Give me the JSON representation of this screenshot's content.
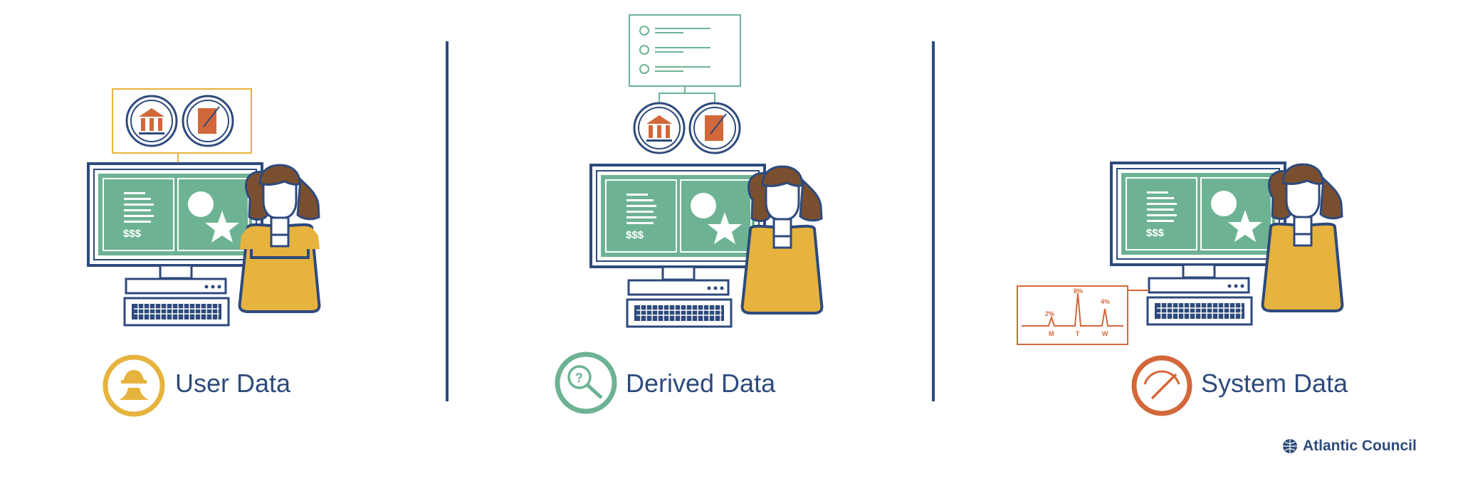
{
  "panels": [
    {
      "id": "user",
      "label": "User Data",
      "monitor_text": "$$$"
    },
    {
      "id": "derived",
      "label": "Derived Data",
      "monitor_text": "$$$"
    },
    {
      "id": "system",
      "label": "System Data",
      "monitor_text": "$$$"
    }
  ],
  "system_chart": {
    "days": [
      "M",
      "T",
      "W"
    ],
    "peaks": [
      "2%",
      "8%",
      "4%"
    ]
  },
  "brand": {
    "name": "Atlantic Council"
  },
  "colors": {
    "navy": "#2d4a7c",
    "green": "#6db393",
    "orange": "#d2683a",
    "yellow": "#e6b33e",
    "hair": "#7a4f2f"
  }
}
